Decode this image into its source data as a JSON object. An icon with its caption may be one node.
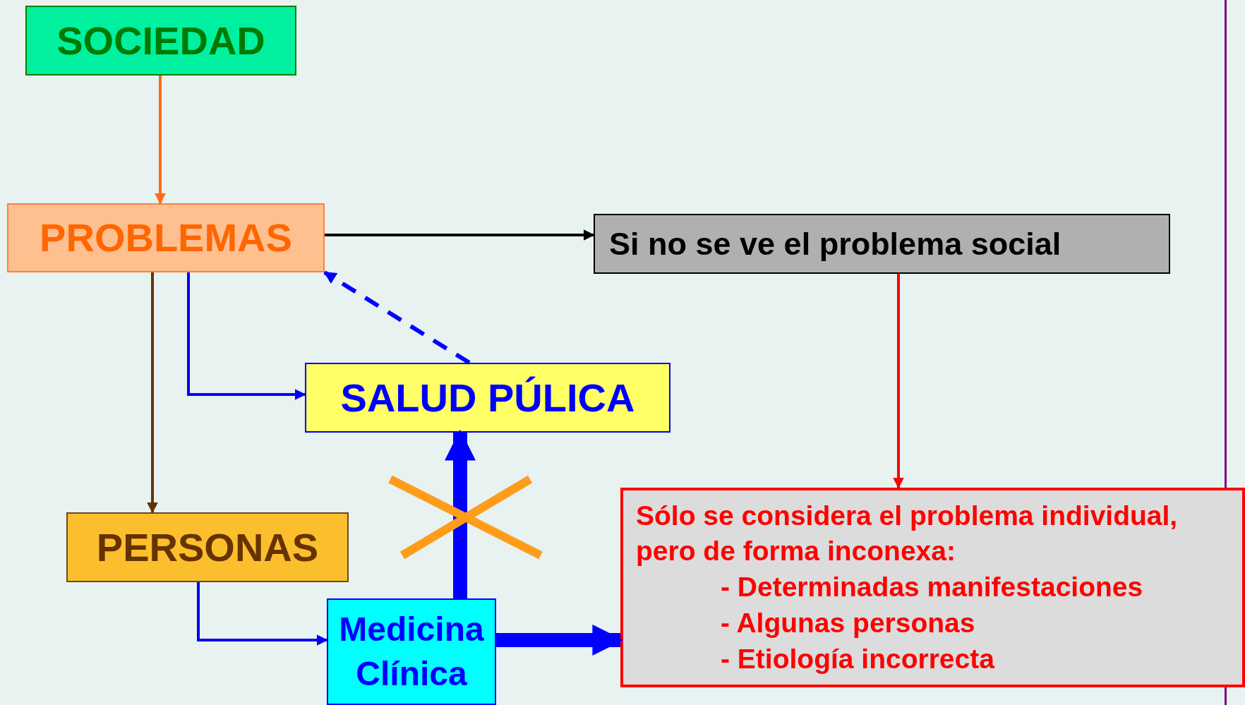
{
  "diagram": {
    "nodes": [
      {
        "text": [
          "SOCIEDAD"
        ]
      },
      {
        "text": [
          "PROBLEMAS"
        ]
      },
      {
        "text": [
          "Si no se ve el problema social"
        ]
      },
      {
        "text": [
          "SALUD PÚLICA"
        ]
      },
      {
        "text": [
          "PERSONAS"
        ]
      },
      {
        "text": [
          "Medicina Clínica"
        ]
      },
      {
        "text": [
          "Sólo se considera el problema individual, pero de forma inconexa:",
          "- Determinadas manifestaciones",
          "- Algunas personas",
          "- Etiología incorrecta"
        ]
      }
    ],
    "edges": [
      {
        "from": 0,
        "to": 1,
        "arrow": "to",
        "color": "#ff6a13"
      },
      {
        "from": 1,
        "to": 2,
        "arrow": "to",
        "color": "#000000"
      },
      {
        "from": 2,
        "to": 6,
        "arrow": "to",
        "color": "#ff0000"
      },
      {
        "from": 1,
        "to": 4,
        "arrow": "to",
        "color": "#663300"
      },
      {
        "from": 1,
        "to": 3,
        "arrow": "to"
      },
      {
        "from": 3,
        "to": 1,
        "arrow": "to",
        "style": "dashed"
      },
      {
        "from": 5,
        "to": 3,
        "arrow": "to",
        "style": "thick"
      },
      {
        "from": 4,
        "to": 5,
        "arrow": "to"
      },
      {
        "from": 5,
        "to": 6,
        "arrow": "to",
        "style": "thick"
      }
    ]
  }
}
